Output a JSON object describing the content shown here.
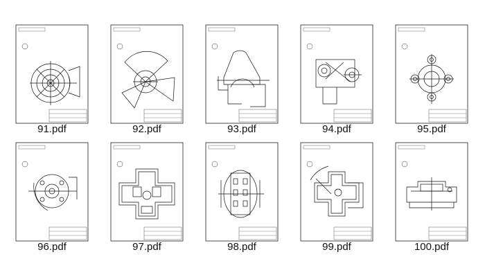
{
  "files": [
    {
      "name": "91.pdf",
      "drawing": "circular-radial"
    },
    {
      "name": "92.pdf",
      "drawing": "fan-segments"
    },
    {
      "name": "93.pdf",
      "drawing": "bracket-curve"
    },
    {
      "name": "94.pdf",
      "drawing": "linkage"
    },
    {
      "name": "95.pdf",
      "drawing": "flange-lobes"
    },
    {
      "name": "96.pdf",
      "drawing": "bolt-flange"
    },
    {
      "name": "97.pdf",
      "drawing": "cross-profile"
    },
    {
      "name": "98.pdf",
      "drawing": "oval-cutouts"
    },
    {
      "name": "99.pdf",
      "drawing": "cross-arc"
    },
    {
      "name": "100.pdf",
      "drawing": "channel-section"
    }
  ]
}
